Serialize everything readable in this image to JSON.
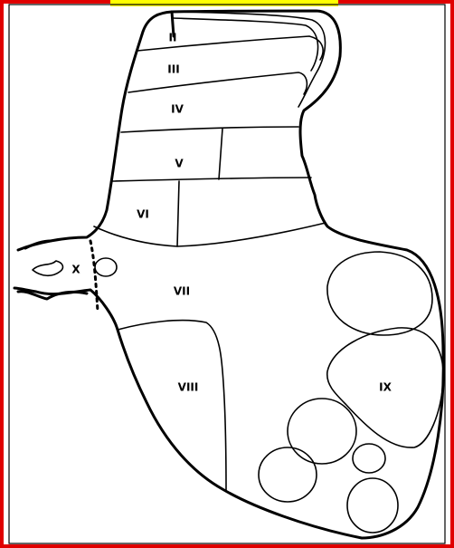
{
  "figure": {
    "laminae": [
      {
        "id": "II",
        "label": "II"
      },
      {
        "id": "III",
        "label": "III"
      },
      {
        "id": "IV",
        "label": "IV"
      },
      {
        "id": "V",
        "label": "V"
      },
      {
        "id": "VI",
        "label": "VI"
      },
      {
        "id": "VII",
        "label": "VII"
      },
      {
        "id": "VIII",
        "label": "VIII"
      },
      {
        "id": "IX",
        "label": "IX"
      },
      {
        "id": "X",
        "label": "X"
      }
    ],
    "colors": {
      "frame_border": "#e00000",
      "top_highlight": "#ffff00",
      "line": "#000000",
      "background": "#ffffff"
    }
  }
}
